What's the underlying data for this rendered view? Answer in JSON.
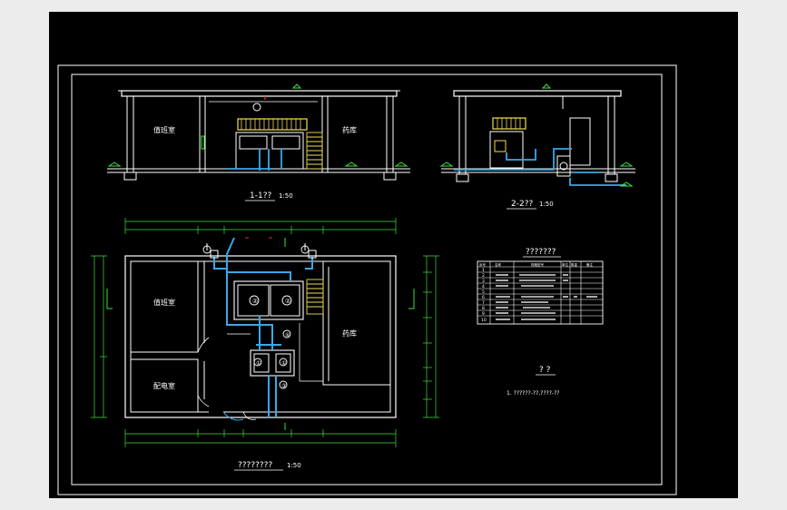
{
  "drawing": {
    "section_1": {
      "title": "1-1??",
      "scale": "1:50",
      "room_left": "值班室",
      "room_right": "药库"
    },
    "section_2": {
      "title": "2-2??",
      "scale": "1:50"
    },
    "plan": {
      "title": "????????",
      "scale": "1:50",
      "room_top_left": "值班室",
      "room_bottom_left": "配电室",
      "room_right": "药库",
      "markers": [
        "①",
        "②",
        "③",
        "④",
        "⑤",
        "⑥"
      ]
    },
    "equipment_table": {
      "title": "???????",
      "columns": [
        "序号",
        "名称",
        "规格型号",
        "单位",
        "数量",
        "备注"
      ],
      "row_numbers": [
        "1",
        "2",
        "3",
        "4",
        "5",
        "6",
        "7",
        "8",
        "9",
        "10"
      ]
    },
    "notes": {
      "title": "? ?",
      "line_1": "1. ??????-??,????-??"
    }
  },
  "colors": {
    "outer_background": "#ececec",
    "sheet": "#000000",
    "frame": "#ffffff",
    "wall": "#ffffff",
    "pipe": "#3aa7e8",
    "equipment": "#f1de52",
    "dimension": "#3ee13e",
    "annotation_red": "#ff3b3b"
  },
  "icons": [
    "arrow-leader-icon",
    "level-mark-icon",
    "circle-callout-icon"
  ]
}
